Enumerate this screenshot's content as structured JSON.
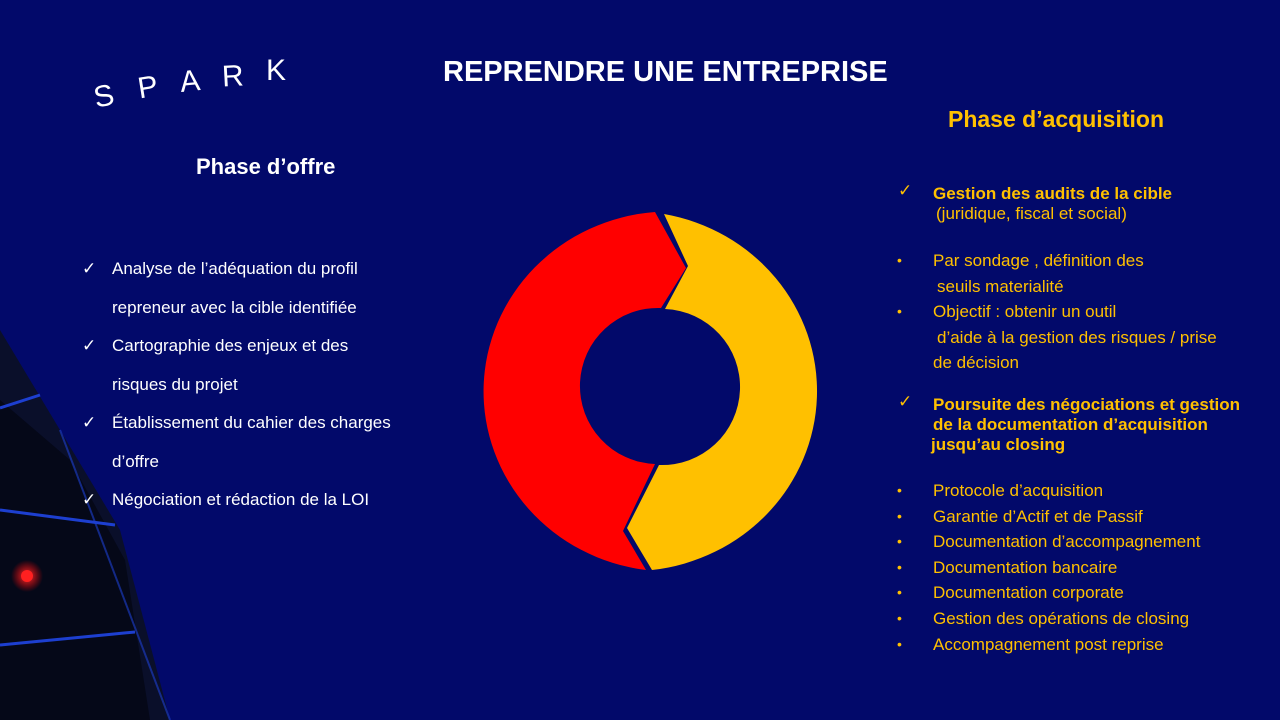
{
  "logo": {
    "letters": [
      "S",
      "P",
      "A",
      "R",
      "K"
    ]
  },
  "title": "REPRENDRE UNE ENTREPRISE",
  "colors": {
    "background": "#02096a",
    "red": "#ff0000",
    "yellow": "#ffc000",
    "text": "#ffffff",
    "accent": "#ffc000"
  },
  "left": {
    "heading": "Phase d’offre",
    "check_icon": "check-icon",
    "items": [
      {
        "line1": "Analyse de l’adéquation  du profil",
        "line2": "repreneur  avec la cible identifiée"
      },
      {
        "line1": "Cartographie des  enjeux et des",
        "line2": "risques du projet"
      },
      {
        "line1": "Établissement du cahier des charges",
        "line2": "d’offre"
      },
      {
        "line1": "Négociation et rédaction de la LOI",
        "line2": ""
      }
    ]
  },
  "diagram": {
    "segments": [
      {
        "name": "phase-offre",
        "color": "#ff0000"
      },
      {
        "name": "phase-acquisition",
        "color": "#ffc000"
      }
    ]
  },
  "right": {
    "heading": "Phase d’acquisition",
    "block1": {
      "title": "Gestion des audits  de la cible",
      "subtitle": "(juridique, fiscal et social)",
      "bullets": [
        {
          "line1": "Par sondage  , définition des",
          "line2": "seuils materialité",
          "line3": ""
        },
        {
          "line1": "Objectif : obtenir un outil",
          "line2": "d’aide à la gestion des risques / prise",
          "line3": "de décision"
        }
      ]
    },
    "block2": {
      "title_lines": [
        "Poursuite des négociations  et gestion",
        "de la documentation  d’acquisition",
        "jusqu’au  closing"
      ],
      "bullets": [
        "Protocole d’acquisition",
        "Garantie d’Actif et de Passif",
        "Documentation d’accompagnement",
        "Documentation bancaire",
        "Documentation corporate",
        "Gestion des opérations de closing",
        "Accompagnement post reprise"
      ]
    }
  }
}
